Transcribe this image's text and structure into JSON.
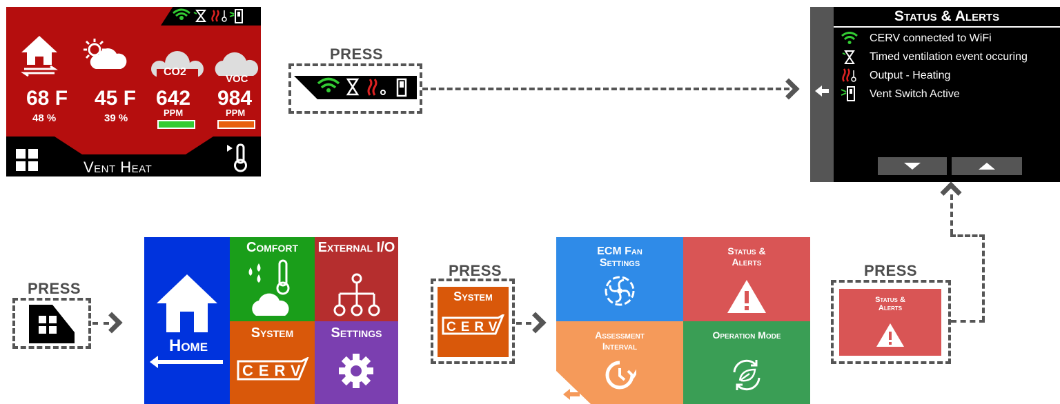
{
  "press_label": "PRESS",
  "home_screen": {
    "indoor_temp": "68 F",
    "indoor_humidity": "48 %",
    "outdoor_temp": "45 F",
    "outdoor_humidity": "39 %",
    "co2_label": "CO2",
    "co2_value": "642",
    "co2_unit": "PPM",
    "voc_label": "VOC",
    "voc_value": "984",
    "voc_unit": "PPM",
    "mode": "Vent Heat",
    "colors": {
      "background": "#b50e0e",
      "co2_bar": "#33cc33",
      "voc_bar": "#e8600e"
    }
  },
  "status_panel": {
    "title": "Status & Alerts",
    "items": [
      {
        "icon": "wifi-icon",
        "text": "CERV connected to WiFi"
      },
      {
        "icon": "hourglass-icon",
        "text": "Timed ventilation event occuring"
      },
      {
        "icon": "heating-icon",
        "text": "Output - Heating"
      },
      {
        "icon": "vent-switch-icon",
        "text": "Vent Switch Active"
      }
    ]
  },
  "main_menu": {
    "home": "Home",
    "comfort": "Comfort",
    "external": "External I/O",
    "system": "System",
    "settings": "Settings",
    "cerv_logo": "CERV",
    "colors": {
      "home": "#0033dd",
      "comfort": "#1a9e1a",
      "external": "#b52e2e",
      "system": "#d9580a",
      "settings": "#7b3fb0"
    }
  },
  "system_button": {
    "label": "System",
    "logo": "CERV"
  },
  "system_menu": {
    "ecm": "ECM Fan Settings",
    "status": "Status & Alerts",
    "assessment": "Assessment Interval",
    "operation": "Operation Mode",
    "colors": {
      "ecm": "#2f8be8",
      "status": "#d95555",
      "assessment": "#f59a5a",
      "operation": "#3a9e55"
    }
  },
  "status_button": {
    "label": "Status & Alerts"
  }
}
